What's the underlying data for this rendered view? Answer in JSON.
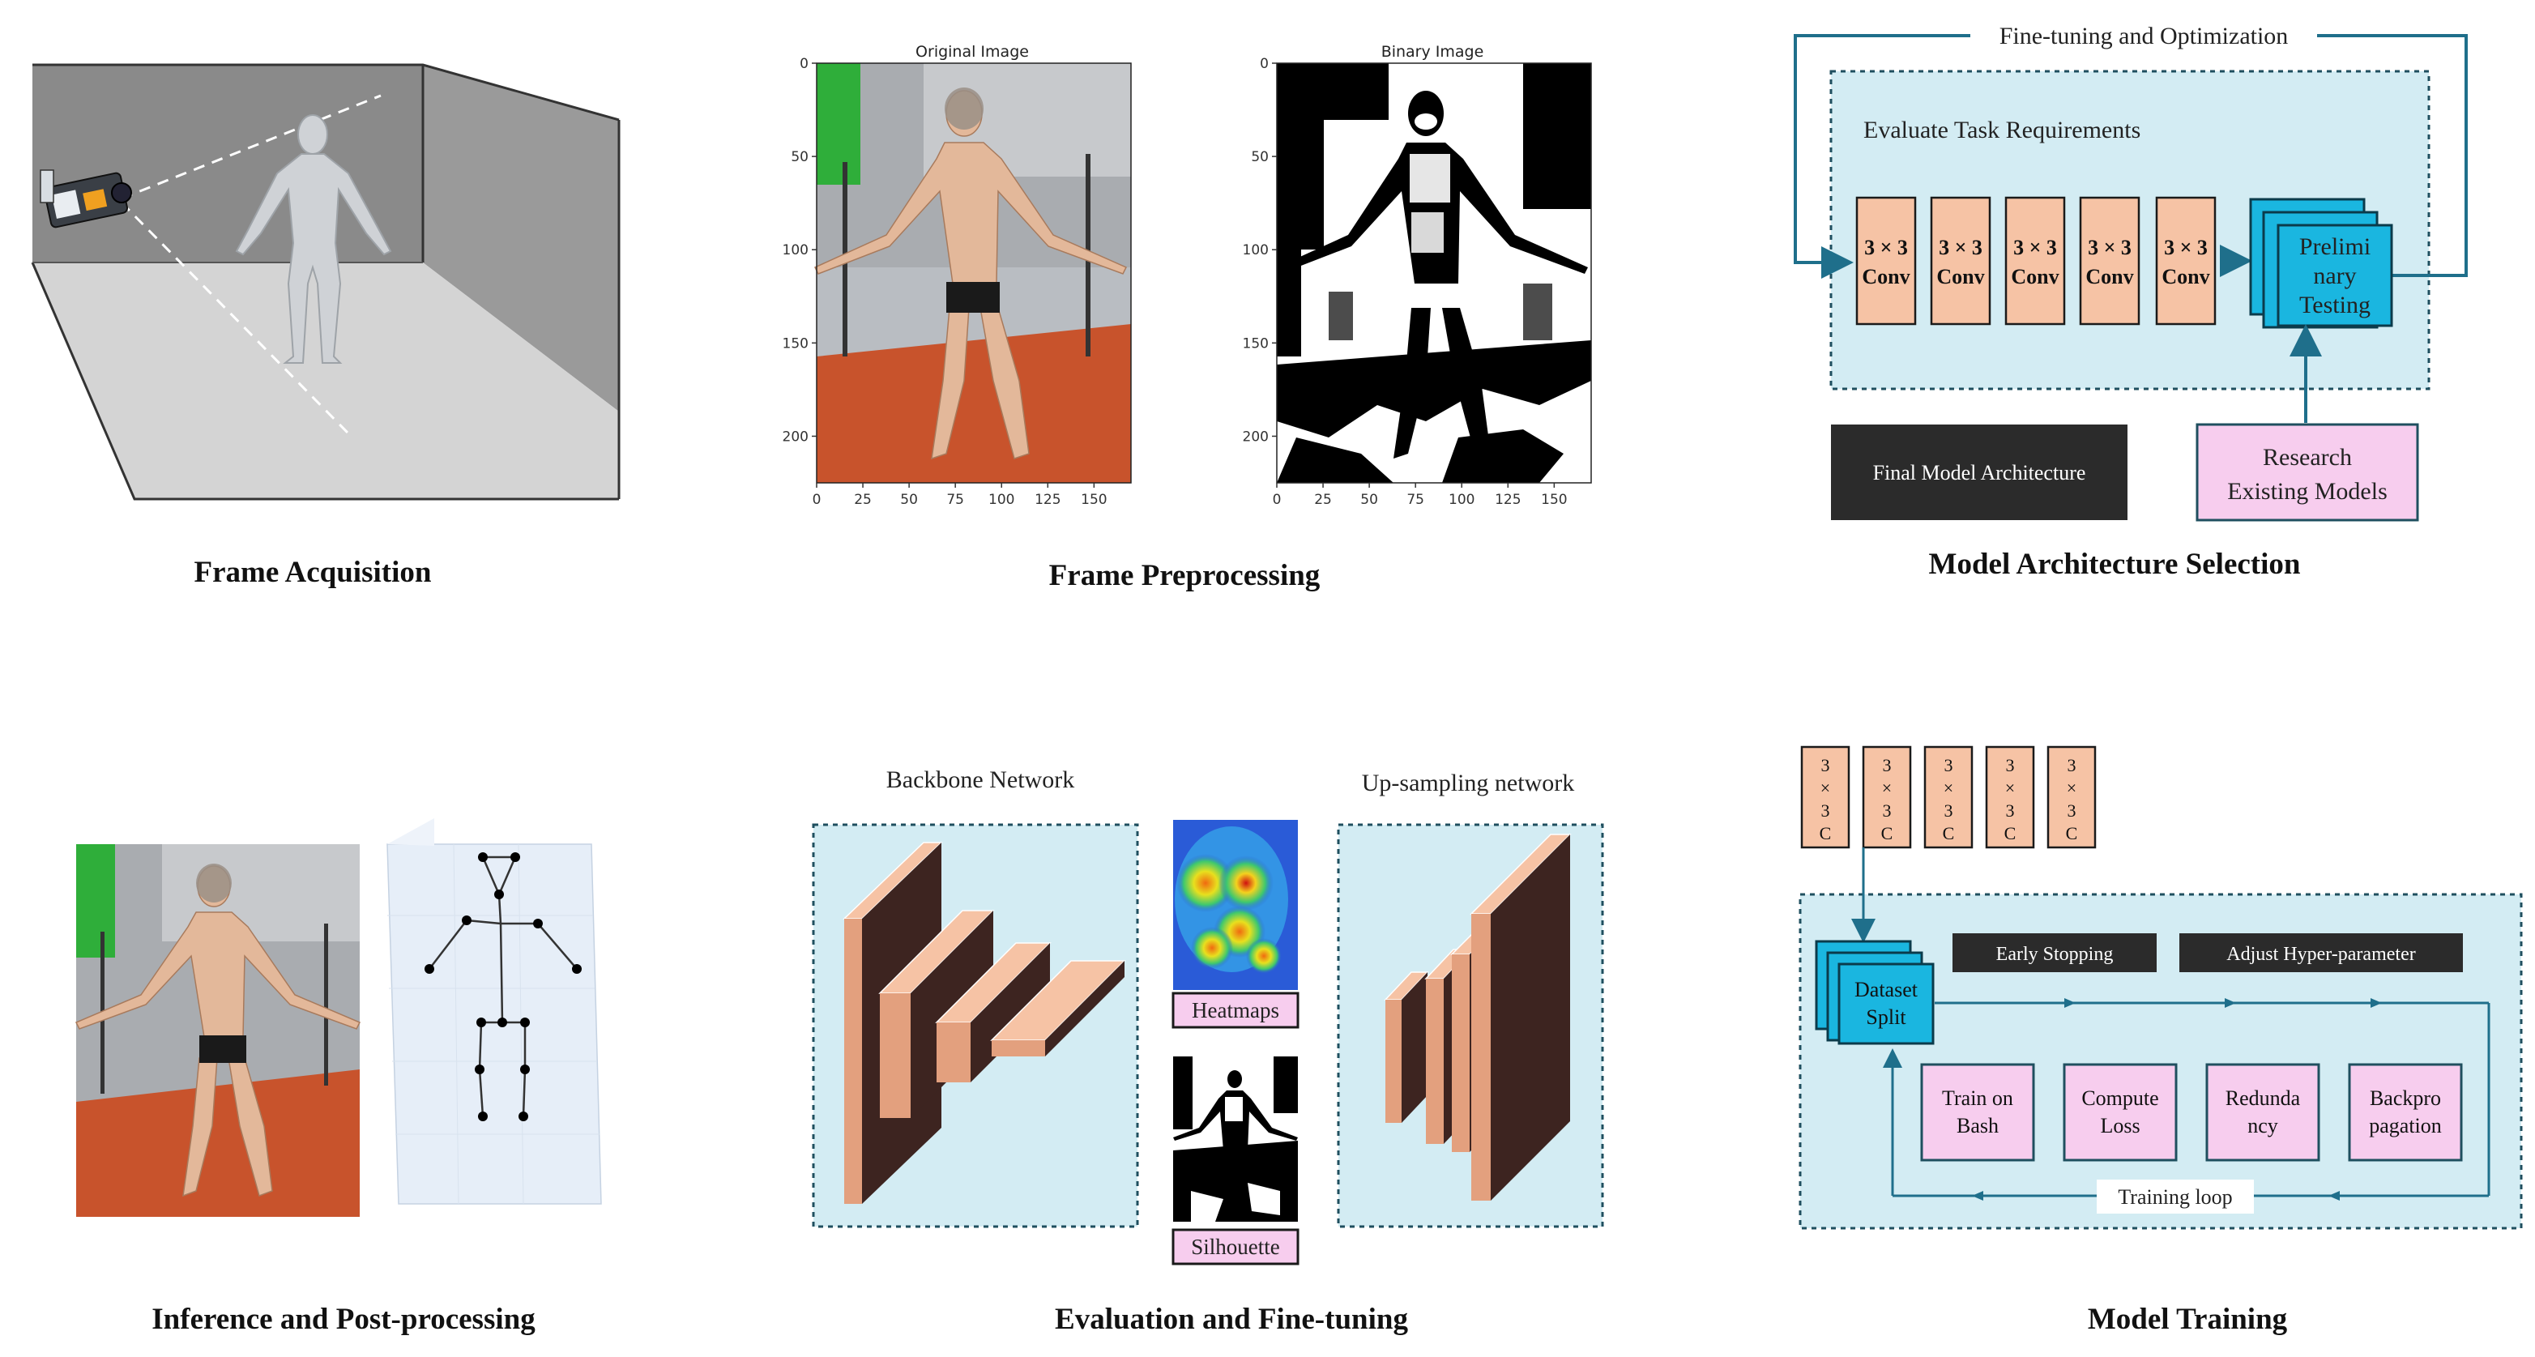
{
  "captions": {
    "frame_acquisition": "Frame Acquisition",
    "frame_preprocessing": "Frame Preprocessing",
    "model_architecture_selection": "Model Architecture Selection",
    "inference": "Inference and Post-processing",
    "evaluation": "Evaluation and Fine-tuning",
    "model_training": "Model Training"
  },
  "preprocessing": {
    "original_title": "Original Image",
    "binary_title": "Binary Image",
    "x_ticks": [
      "0",
      "25",
      "50",
      "75",
      "100",
      "125",
      "150"
    ],
    "y_ticks": [
      "0",
      "50",
      "100",
      "150",
      "200"
    ]
  },
  "architecture": {
    "loop_label": "Fine-tuning and Optimization",
    "evaluate_label": "Evaluate Task Requirements",
    "conv_line1": "3 × 3",
    "conv_line2": "Conv",
    "prelim": [
      "Prelimi",
      "nary",
      "Testing"
    ],
    "final_model": "Final Model Architecture",
    "research": [
      "Research",
      "Existing Models"
    ]
  },
  "evaluation": {
    "backbone": "Backbone Network",
    "upsampling": "Up-sampling network",
    "heatmaps": "Heatmaps",
    "silhouette": "Silhouette"
  },
  "training": {
    "conv_chars": [
      "3",
      "×",
      "3",
      "C"
    ],
    "dataset_split": [
      "Dataset",
      "Split"
    ],
    "early_stopping": "Early Stopping",
    "adjust": "Adjust Hyper-parameter",
    "steps": [
      [
        "Train on",
        "Bash"
      ],
      [
        "Compute",
        "Loss"
      ],
      [
        "Redunda",
        "ncy"
      ],
      [
        "Backpro",
        "pagation"
      ]
    ],
    "loop_label": "Training loop"
  },
  "colors": {
    "accent_blue": "#1f6f8b",
    "panel_fill": "#d3ecf3",
    "conv_fill": "#f6c3a5",
    "pink_fill": "#f7cdee",
    "cyan_fill": "#1ab6e0",
    "dark_box": "#2b2b2b",
    "floor_red": "#c8532c"
  }
}
